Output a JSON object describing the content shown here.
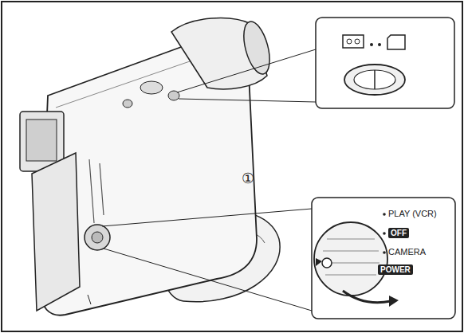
{
  "diagram": {
    "labels": [
      "①",
      "PLAY (VCR)",
      "OFF",
      "CAMERA",
      "POWER"
    ]
  }
}
